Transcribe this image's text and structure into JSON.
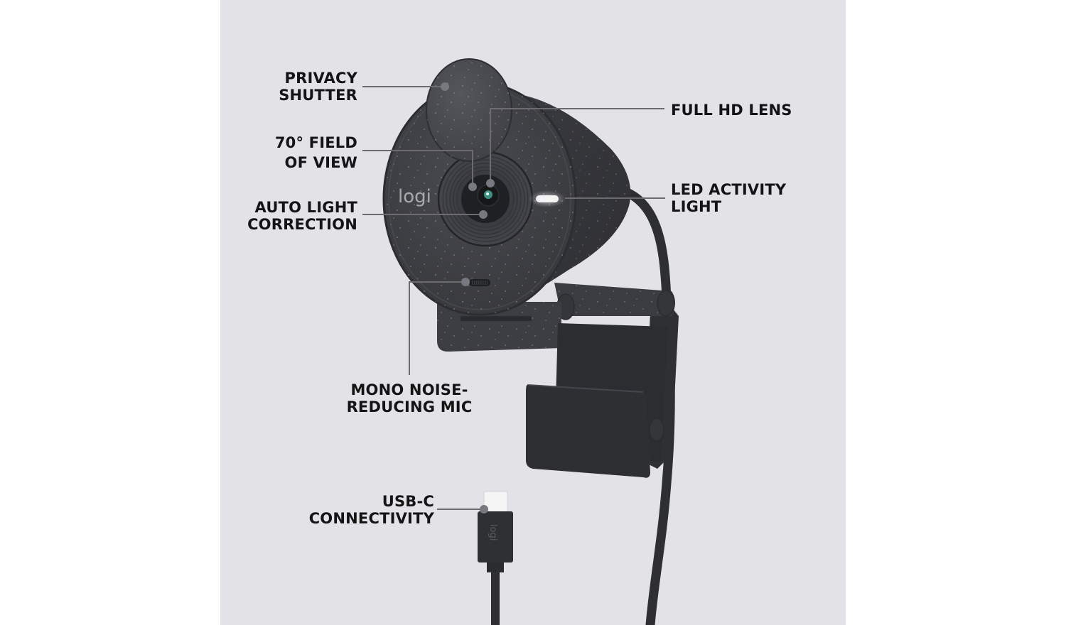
{
  "product": {
    "brand_mark": "logi",
    "colors": {
      "panel_background": "#e3e2e7",
      "page_background": "#ffffff",
      "body_dark": "#3a3b3f",
      "body_mid": "#45464b",
      "callout_line": "#6b6b70",
      "label_text": "#141414",
      "led_white": "#f4f4f4",
      "lens_accent": "#4fb8a8"
    }
  },
  "callouts": [
    {
      "id": "privacy-shutter",
      "lines": [
        "PRIVACY",
        "SHUTTER"
      ]
    },
    {
      "id": "field-of-view",
      "lines": [
        "70° FIELD",
        "OF VIEW"
      ]
    },
    {
      "id": "auto-light-correction",
      "lines": [
        "AUTO LIGHT",
        "CORRECTION"
      ]
    },
    {
      "id": "full-hd-lens",
      "lines": [
        "FULL HD LENS"
      ]
    },
    {
      "id": "led-activity-light",
      "lines": [
        "LED ACTIVITY",
        "LIGHT"
      ]
    },
    {
      "id": "mono-mic",
      "lines": [
        "MONO NOISE-",
        "REDUCING MIC"
      ]
    },
    {
      "id": "usb-c",
      "lines": [
        "USB-C",
        "CONNECTIVITY"
      ]
    }
  ]
}
